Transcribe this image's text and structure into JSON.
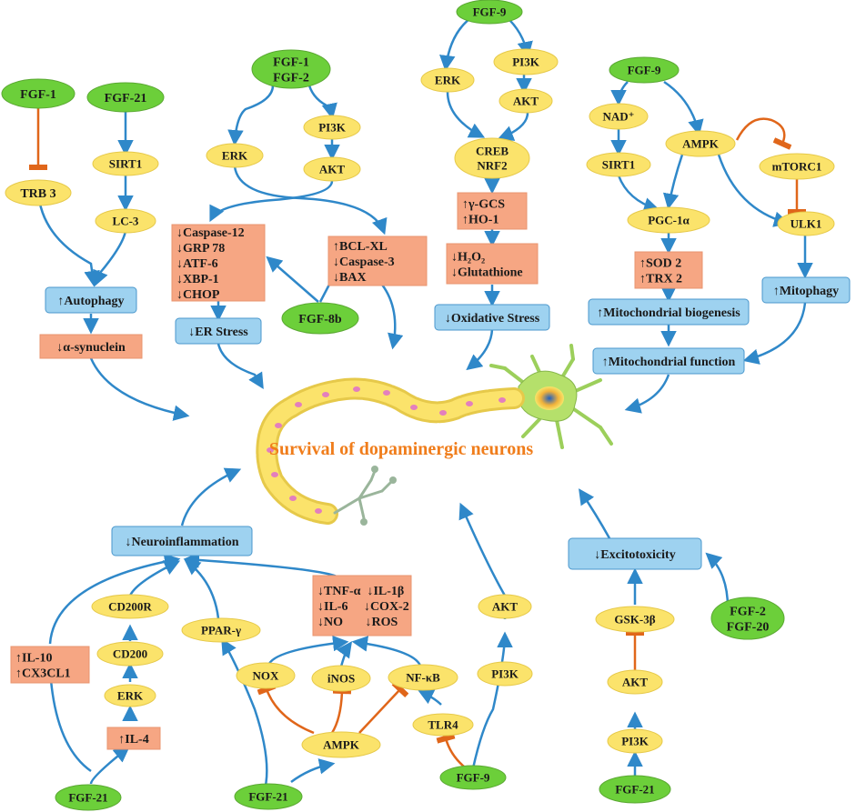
{
  "central_label": "Survival of dopaminergic neurons",
  "colors": {
    "green": "#6ccf3a",
    "yellow": "#fbe36b",
    "salmon": "#f6a683",
    "blue_box": "#9ed2f0",
    "blue_arrow": "#2f88c9",
    "orange_inhib": "#e0661a",
    "title": "#f07d1b"
  },
  "nodes": {
    "fgf1_a": "FGF-1",
    "fgf21_a": "FGF-21",
    "trb3": "TRB 3",
    "sirt1_a": "SIRT1",
    "lc3": "LC-3",
    "autophagy": "↑Autophagy",
    "asyn": "↓α-synuclein",
    "fgf12": [
      "FGF-1",
      "FGF-2"
    ],
    "erk_a": "ERK",
    "pi3k_a": "PI3K",
    "akt_a": "AKT",
    "er_box": [
      "↓Caspase-12",
      "↓GRP 78",
      "↓ATF-6",
      "↓XBP-1",
      "↓CHOP"
    ],
    "bcl_box": [
      "↑BCL-XL",
      "↓Caspase-3",
      "↓BAX"
    ],
    "fgf8b": "FGF-8b",
    "er_stress": "↓ER Stress",
    "fgf9_a": "FGF-9",
    "erk_b": "ERK",
    "pi3k_b": "PI3K",
    "akt_b": "AKT",
    "creb": [
      "CREB",
      "NRF2"
    ],
    "gcs_box": [
      "↑γ-GCS",
      "↑HO-1"
    ],
    "h2o2_box": [
      "↓H₂O₂",
      "↓Glutathione"
    ],
    "ox_stress": "↓Oxidative Stress",
    "fgf9_b": "FGF-9",
    "nad": "NAD⁺",
    "ampk_a": "AMPK",
    "mtorc1": "mTORC1",
    "sirt1_b": "SIRT1",
    "pgc1a": "PGC-1α",
    "ulk1": "ULK1",
    "sod_box": [
      "↑SOD 2",
      "↑TRX 2"
    ],
    "mito_bio": "↑Mitochondrial biogenesis",
    "mitophagy": "↑Mitophagy",
    "mito_func": "↑Mitochondrial function",
    "neuroinfl": "↓Neuroinflammation",
    "cd200r": "CD200R",
    "cd200": "CD200",
    "erk_c": "ERK",
    "il4": "↑IL-4",
    "il10_box": [
      "↑IL-10",
      "↑CX3CL1"
    ],
    "ppar": "PPAR-γ",
    "cyto_box": [
      "↓TNF-α  ↓IL-1β",
      "↓IL-6     ↓COX-2",
      "↓NO       ↓ROS"
    ],
    "nox": "NOX",
    "inos": "iNOS",
    "nfkb": "NF-κB",
    "ampk_b": "AMPK",
    "tlr4": "TLR4",
    "fgf21_b": "FGF-21",
    "fgf21_c": "FGF-21",
    "fgf9_c": "FGF-9",
    "akt_c": "AKT",
    "pi3k_c": "PI3K",
    "excito": "↓Excitotoxicity",
    "gsk3b": "GSK-3β",
    "akt_d": "AKT",
    "pi3k_d": "PI3K",
    "fgf21_d": "FGF-21",
    "fgf220": [
      "FGF-2",
      "FGF-20"
    ]
  }
}
